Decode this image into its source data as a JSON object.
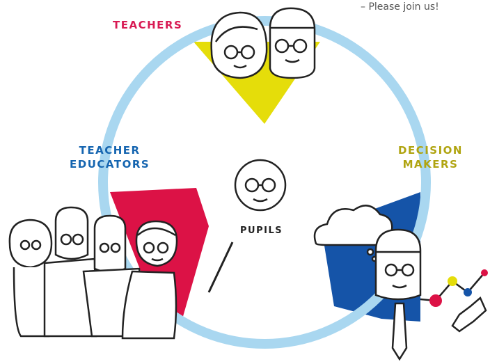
{
  "note": "– Please join us!",
  "groups": {
    "teachers": {
      "label": "TEACHERS",
      "color": "#d81b54"
    },
    "teacher_educators": {
      "line1": "TEACHER",
      "line2": "EDUCATORS",
      "color": "#1565b0"
    },
    "decision_makers": {
      "line1": "DECISION",
      "line2": "MAKERS",
      "color": "#b0a410"
    },
    "pupils": {
      "label": "PUPILS",
      "color": "#222222"
    }
  },
  "colors": {
    "ring": "#a9d7f0",
    "teachers_wedge": "#e5dd0a",
    "educators_wedge": "#dc1246",
    "decision_wedge": "#1554a8",
    "outline": "#222222"
  },
  "icons": [
    "pupil-face-icon",
    "teacher-face-icon",
    "cloud-icon",
    "pointer-stick-icon",
    "trend-line-icon",
    "hand-icon"
  ]
}
